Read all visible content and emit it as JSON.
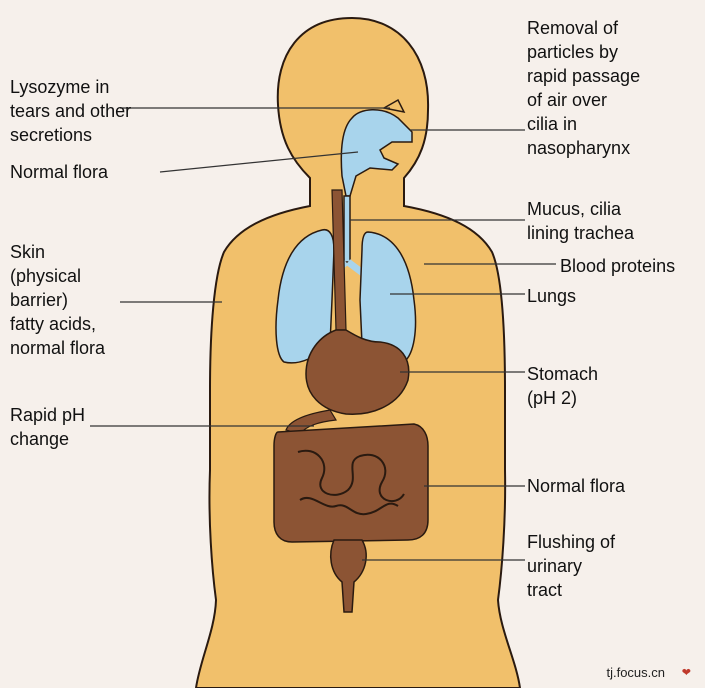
{
  "diagram": {
    "labels_left": [
      {
        "id": "lysozyme",
        "lines": [
          "Lysozyme in",
          "tears and other",
          "secretions"
        ]
      },
      {
        "id": "normal-flora-upper",
        "lines": [
          "Normal flora"
        ]
      },
      {
        "id": "skin",
        "lines": [
          "Skin",
          "(physical",
          "barrier)",
          "fatty acids,",
          "normal flora"
        ]
      },
      {
        "id": "rapid-ph",
        "lines": [
          "Rapid pH",
          "change"
        ]
      }
    ],
    "labels_right": [
      {
        "id": "removal",
        "lines": [
          "Removal of",
          "particles by",
          "rapid passage",
          "of air over",
          "cilia in",
          "nasopharynx"
        ]
      },
      {
        "id": "mucus",
        "lines": [
          "Mucus, cilia",
          "lining trachea"
        ]
      },
      {
        "id": "blood-proteins",
        "lines": [
          "Blood proteins"
        ]
      },
      {
        "id": "lungs",
        "lines": [
          "Lungs"
        ]
      },
      {
        "id": "stomach",
        "lines": [
          "Stomach",
          "(pH 2)"
        ]
      },
      {
        "id": "normal-flora-lower",
        "lines": [
          "Normal flora"
        ]
      },
      {
        "id": "flushing",
        "lines": [
          "Flushing of",
          "urinary",
          "tract"
        ]
      }
    ],
    "colors": {
      "skin": "#f1c06b",
      "airway": "#a8d4ec",
      "gut": "#8c5434",
      "outline": "#2a1a10",
      "page": "#f6f0eb"
    }
  },
  "footer": {
    "watermark": "tj.focus.cn"
  }
}
